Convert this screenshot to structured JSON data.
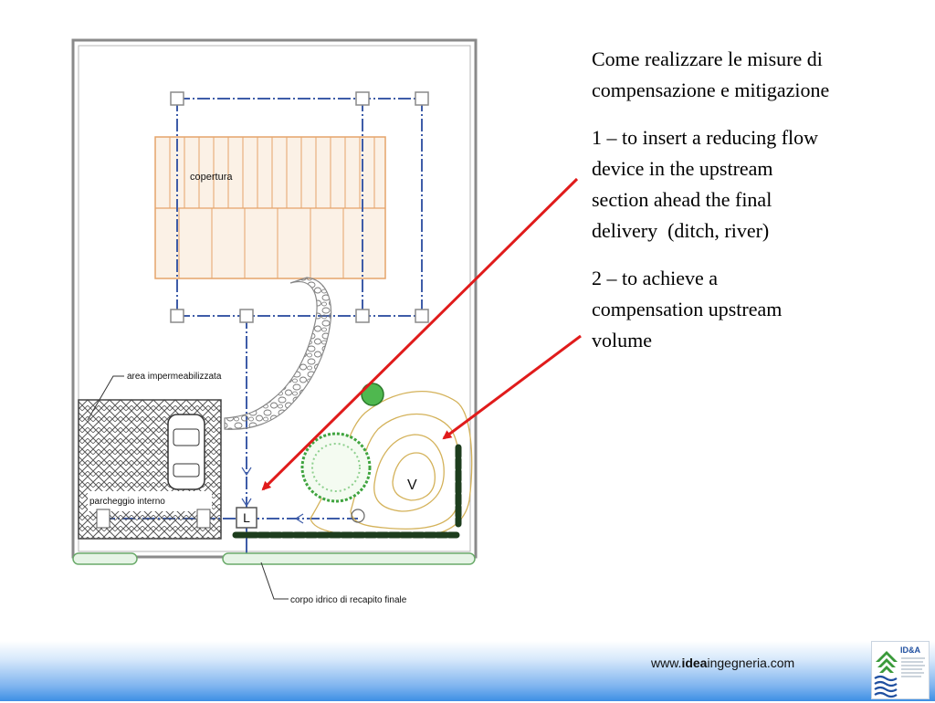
{
  "plan": {
    "labels": {
      "roof": "copertura",
      "impermeable_area": "area impermeabilizzata",
      "internal_parking": "parcheggio interno",
      "final_water_body": "corpo idrico di recapito finale",
      "limiter": "L",
      "volume": "V"
    },
    "colors": {
      "roof": "#e5a46a",
      "pipes": "#3e5ca8",
      "arrows": "#e01b1b",
      "basin_contours": "#d4b25a",
      "tree": "#3fa43f",
      "hedge": "#1d3d1d"
    }
  },
  "text": {
    "title_line1": "Come realizzare le misure di",
    "title_line2": "compensazione e mitigazione",
    "item1_line1": "1 – to insert a reducing flow",
    "item1_line2": "device in the upstream",
    "item1_line3": "section ahead the final",
    "item1_line4": "delivery  (ditch, river)",
    "item2_line1": "2 – to achieve a",
    "item2_line2": "compensation upstream",
    "item2_line3": "volume"
  },
  "footer": {
    "url_prefix": "www.",
    "url_bold": "idea",
    "url_suffix": "ingegneria.com",
    "logo_text": "ID&A"
  }
}
